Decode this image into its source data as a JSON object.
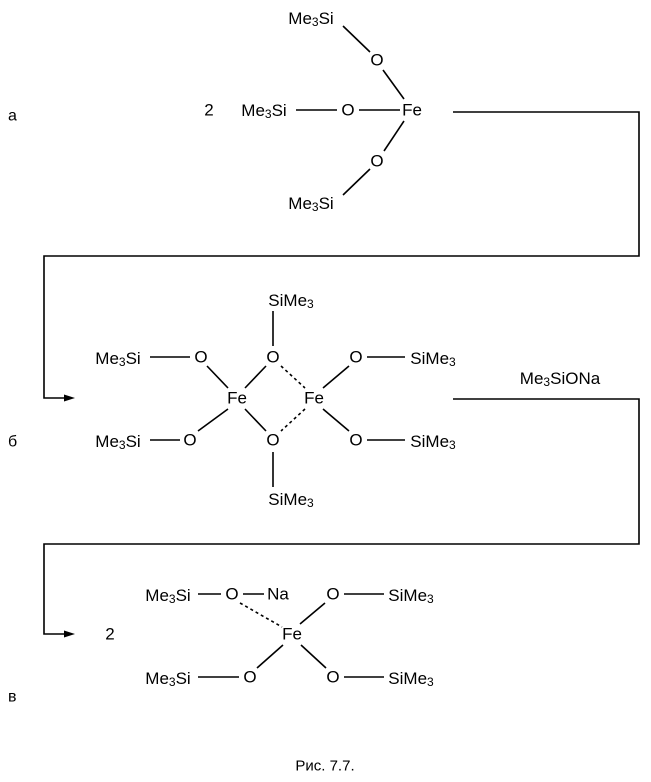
{
  "labels": {
    "a": "а",
    "b": "б",
    "c": "в"
  },
  "coefficient": "2",
  "groups": {
    "me": "Me",
    "sub3": "3",
    "si": "Si"
  },
  "atoms": {
    "o": "O",
    "fe": "Fe",
    "na": "Na"
  },
  "reagent": {
    "prefix": "Me",
    "sub": "3",
    "suffix": "SiONa"
  },
  "caption": "Рис. 7.7."
}
